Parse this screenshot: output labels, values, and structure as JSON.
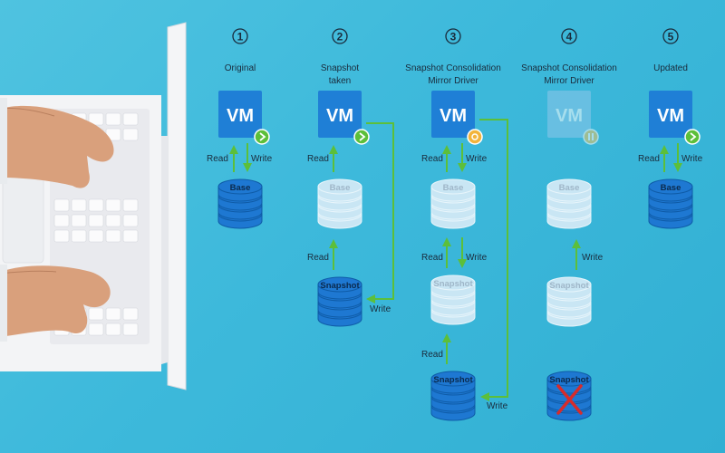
{
  "steps": [
    {
      "number": "1",
      "title_lines": [
        "Original"
      ]
    },
    {
      "number": "2",
      "title_lines": [
        "Snapshot",
        "taken"
      ]
    },
    {
      "number": "3",
      "title_lines": [
        "Snapshot Consolidation",
        "Mirror Driver"
      ]
    },
    {
      "number": "4",
      "title_lines": [
        "Snapshot Consolidation",
        "Mirror Driver"
      ]
    },
    {
      "number": "5",
      "title_lines": [
        "Updated"
      ]
    }
  ],
  "labels": {
    "vm": "VM",
    "base": "Base",
    "snapshot": "Snapshot",
    "read": "Read",
    "write": "Write"
  },
  "colors": {
    "background": "#3db9db",
    "vm_active": "#1f7fd6",
    "vm_faded": "#8fc7ea",
    "disk_active": "#1e78d2",
    "disk_faded": "#c9e6f4",
    "arrow": "#5cbf3a",
    "delete_mark": "#d62c2c",
    "step_circle": "#1a2b3c"
  },
  "icons": [
    "laptop-with-hands-photo",
    "vm-play-icon",
    "vm-pause-icon",
    "vm-gear-icon",
    "delete-x-icon"
  ]
}
